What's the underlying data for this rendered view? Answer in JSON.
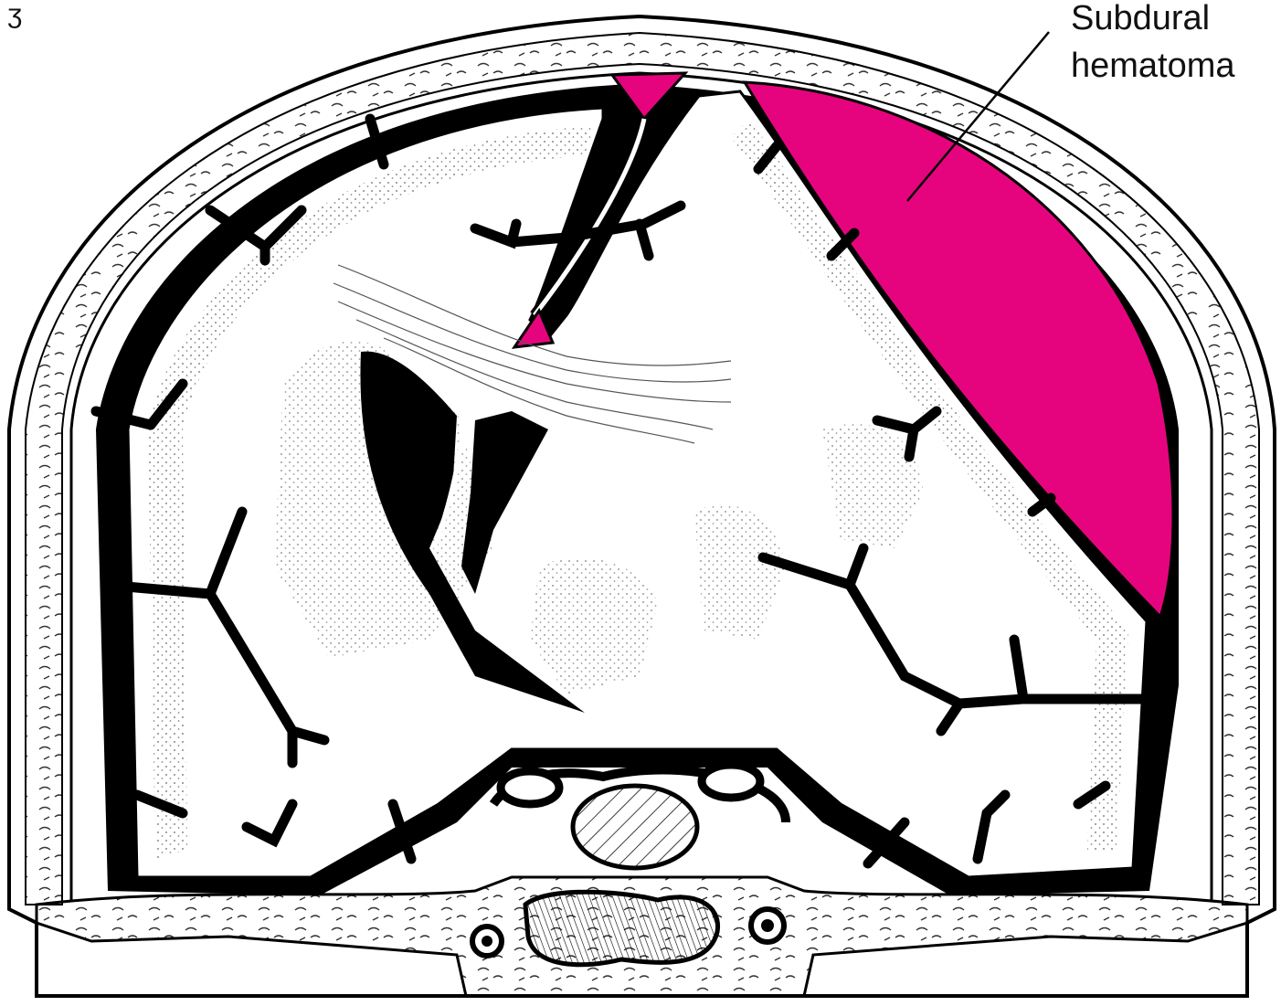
{
  "annotation": {
    "line1": "Subdural",
    "line2": "hematoma",
    "corner_mark": "ʒ"
  },
  "colors": {
    "hematoma": "#e6047e",
    "ink": "#000000",
    "paper": "#ffffff",
    "stipple": "#8a8a8a"
  }
}
